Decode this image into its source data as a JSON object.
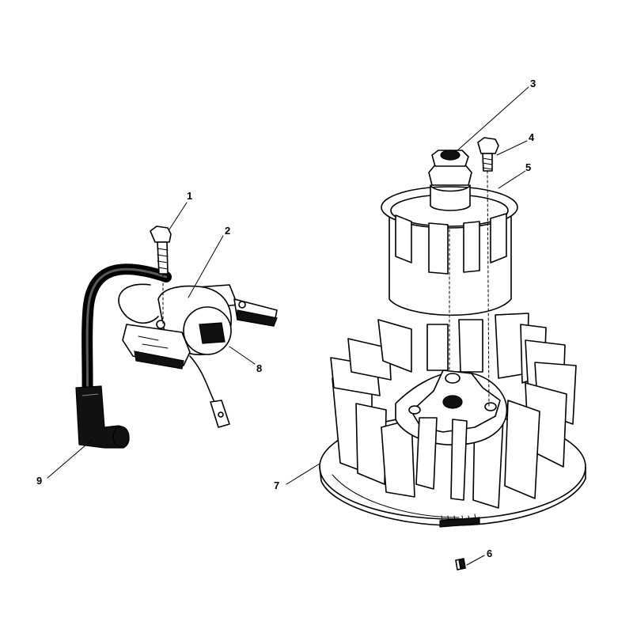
{
  "diagram": {
    "colors": {
      "ink": "#000000",
      "paper": "#ffffff",
      "fill_dark": "#111111"
    },
    "callouts": [
      {
        "id": "1",
        "label": "1"
      },
      {
        "id": "2",
        "label": "2"
      },
      {
        "id": "3",
        "label": "3"
      },
      {
        "id": "4",
        "label": "4"
      },
      {
        "id": "5",
        "label": "5"
      },
      {
        "id": "6",
        "label": "6"
      },
      {
        "id": "7",
        "label": "7"
      },
      {
        "id": "8",
        "label": "8"
      },
      {
        "id": "9",
        "label": "9"
      }
    ],
    "parts": [
      {
        "callout": "1",
        "icon": "screw-icon"
      },
      {
        "callout": "2",
        "icon": "ignition-coil-icon"
      },
      {
        "callout": "3",
        "icon": "flywheel-nut-icon"
      },
      {
        "callout": "4",
        "icon": "cap-screw-icon"
      },
      {
        "callout": "5",
        "icon": "starter-cup-icon"
      },
      {
        "callout": "6",
        "icon": "flywheel-key-icon"
      },
      {
        "callout": "7",
        "icon": "flywheel-icon"
      },
      {
        "callout": "8",
        "icon": "coil-bracket-icon"
      },
      {
        "callout": "9",
        "icon": "spark-plug-boot-icon"
      }
    ]
  }
}
